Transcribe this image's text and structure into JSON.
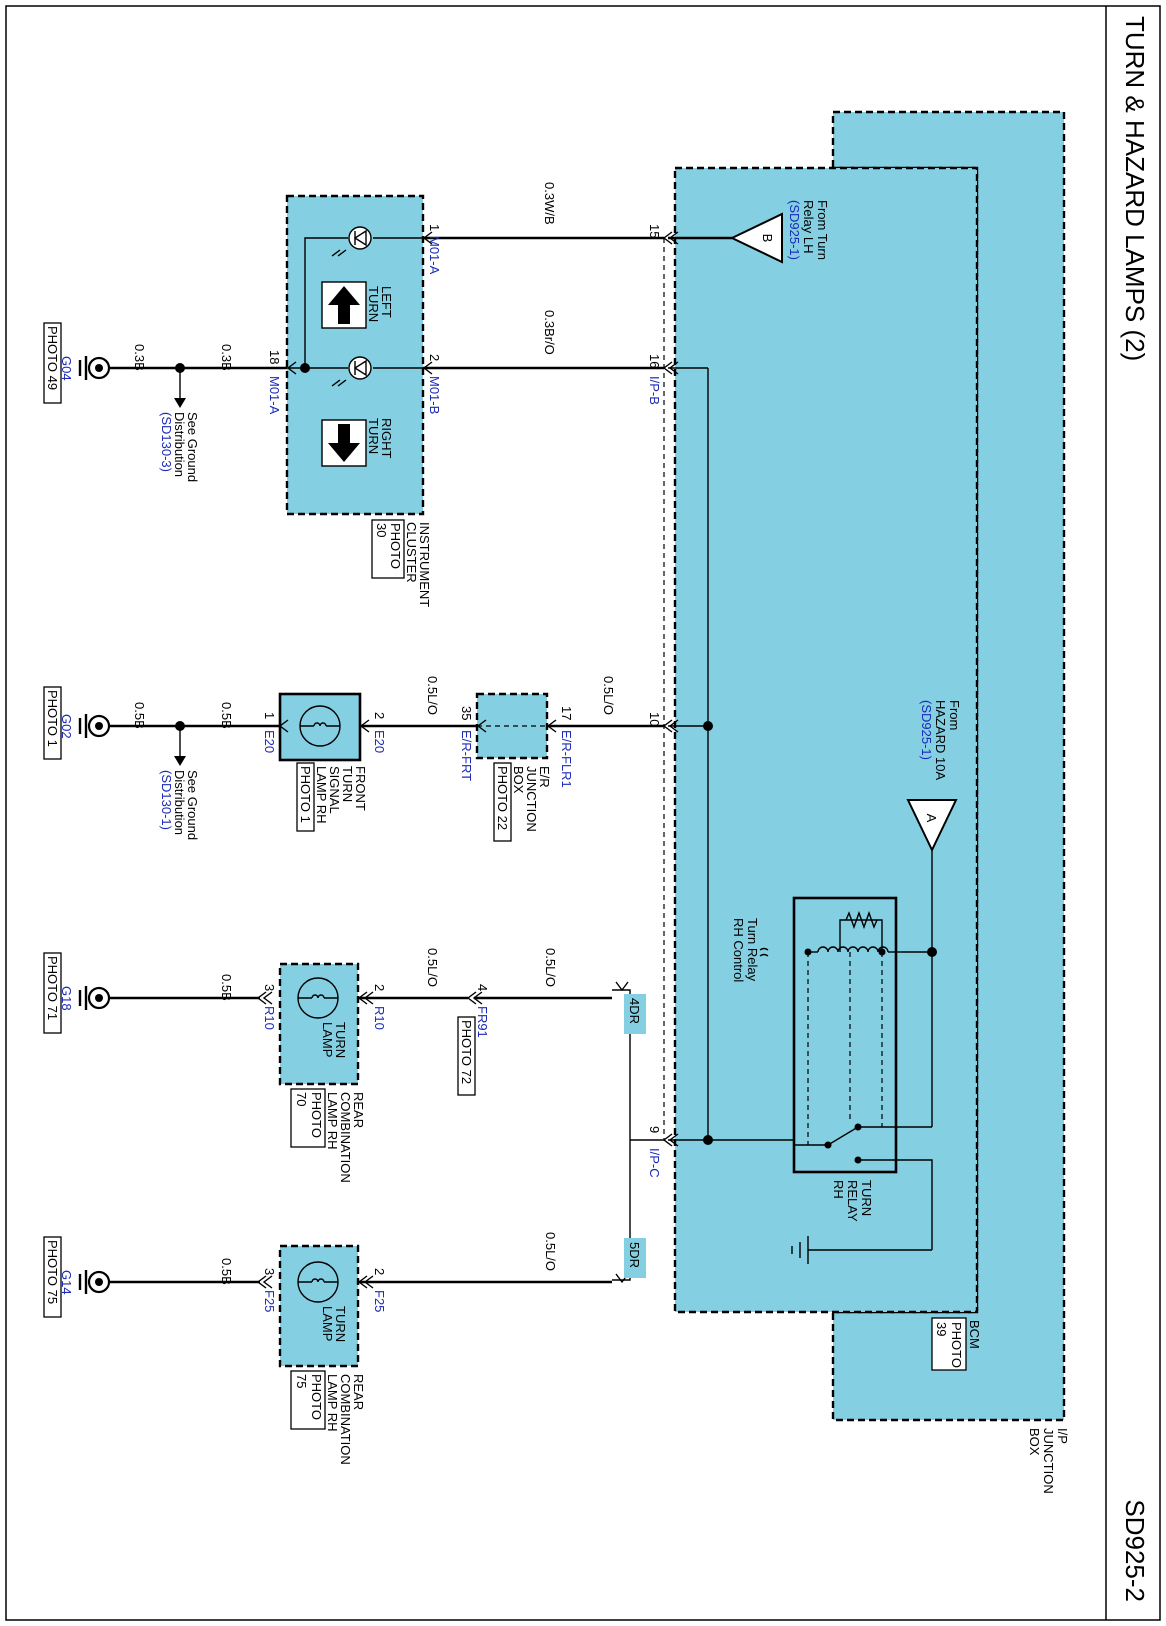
{
  "page": {
    "title": "TURN & HAZARD LAMPS (2)",
    "code": "SD925-2"
  },
  "ip_junction_box": {
    "label": [
      "I/P",
      "JUNCTION",
      "BOX"
    ],
    "bcm_label": "BCM",
    "bcm_photo": [
      "PHOTO",
      "39"
    ]
  },
  "relay": {
    "name": [
      "TURN",
      "RELAY",
      "RH"
    ],
    "control": [
      "Turn Relay",
      "RH Control"
    ]
  },
  "refs": {
    "ref_b": {
      "symbol": "B",
      "lines": [
        "From Turn",
        "Relay LH"
      ],
      "link": "(SD925-1)"
    },
    "ref_a": {
      "symbol": "A",
      "lines": [
        "From",
        "HAZARD 10A"
      ],
      "link": "(SD925-1)"
    }
  },
  "bcm_pins": {
    "p15": "15",
    "p16": "16",
    "p16_conn": "I/P-B",
    "p10": "10",
    "p9": "9",
    "p9_conn": "I/P-C"
  },
  "tags": {
    "t4dr": "4DR",
    "t5dr": "5DR"
  },
  "cluster": {
    "title": [
      "INSTRUMENT",
      "CLUSTER"
    ],
    "photo": [
      "PHOTO",
      "30"
    ],
    "left_turn": [
      "LEFT",
      "TURN"
    ],
    "right_turn": [
      "RIGHT",
      "TURN"
    ],
    "pin1": "1",
    "pin1_conn": "M01-A",
    "wire1": "0.3W/B",
    "pin2": "2",
    "pin2_conn": "M01-B",
    "wire2": "0.3Br/O",
    "pin18": "18",
    "pin18_conn": "M01-A",
    "wire_gnd1": "0.3B",
    "wire_gnd2": "0.3B",
    "ground": "G04",
    "ground_photo": "PHOTO 49",
    "see_ground": [
      "See Ground",
      "Distribution"
    ],
    "see_ground_link": "(SD130-3)"
  },
  "front": {
    "wire_bcm": "0.5L/O",
    "pin17": "17",
    "pin17_conn": "E/R-FLR1",
    "jbox": [
      "E/R",
      "JUNCTION",
      "BOX"
    ],
    "jbox_photo": "PHOTO 22",
    "pin35": "35",
    "pin35_conn": "E/R-FRT",
    "wire_mid": "0.5L/O",
    "pin2": "2",
    "pin2_conn": "E20",
    "lamp": [
      "FRONT",
      "TURN",
      "SIGNAL",
      "LAMP RH"
    ],
    "lamp_photo": "PHOTO 1",
    "pin1": "1",
    "pin1_conn": "E20",
    "wire_gnd1": "0.5B",
    "wire_gnd2": "0.5B",
    "ground": "G02",
    "ground_photo": "PHOTO 1",
    "see_ground": [
      "See Ground",
      "Distribution"
    ],
    "see_ground_link": "(SD130-1)"
  },
  "rear4": {
    "wire_bcm": "0.5L/O",
    "pin4": "4",
    "pin4_conn": "FR91",
    "fr_photo": "PHOTO 72",
    "wire_mid": "0.5L/O",
    "pin2": "2",
    "pin2_conn": "R10",
    "lamp": [
      "TURN",
      "LAMP"
    ],
    "comb": [
      "REAR",
      "COMBINATION",
      "LAMP RH"
    ],
    "comb_photo": [
      "PHOTO",
      "70"
    ],
    "pin3": "3",
    "pin3_conn": "R10",
    "wire_gnd": "0.5B",
    "ground": "G18",
    "ground_photo": "PHOTO 71"
  },
  "rear5": {
    "wire_bcm": "0.5L/O",
    "pin2": "2",
    "pin2_conn": "F25",
    "lamp": [
      "TURN",
      "LAMP"
    ],
    "comb": [
      "REAR",
      "COMBINATION",
      "LAMP RH"
    ],
    "comb_photo": [
      "PHOTO",
      "75"
    ],
    "pin3": "3",
    "pin3_conn": "F25",
    "wire_gnd": "0.5B",
    "ground": "G14",
    "ground_photo": "PHOTO 75"
  }
}
